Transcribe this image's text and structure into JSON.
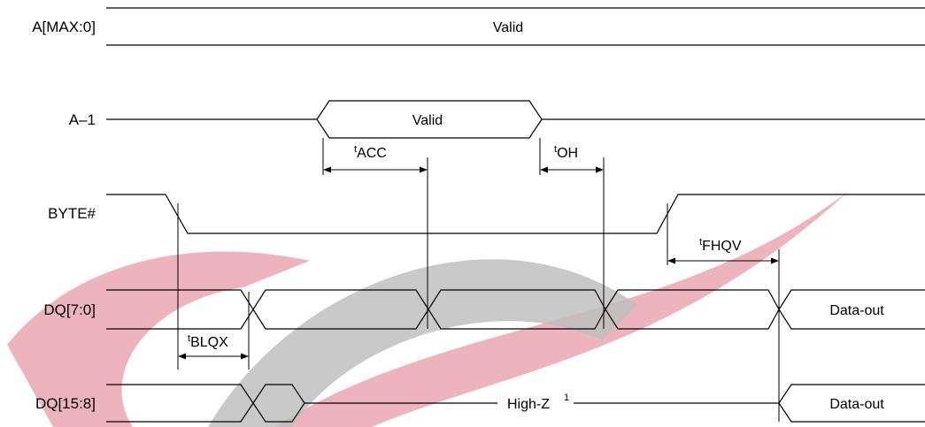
{
  "signals": {
    "addr": "A[MAX:0]",
    "a_minus_1": "A–1",
    "byte": "BYTE#",
    "dq_low": "DQ[7:0]",
    "dq_high": "DQ[15:8]"
  },
  "states": {
    "addr_valid": "Valid",
    "a1_valid": "Valid",
    "dq_low_out": "Data-out",
    "dq_high_out": "Data-out",
    "high_z": "High-Z",
    "high_z_note": "1"
  },
  "timings": {
    "prefix": "t",
    "acc": "ACC",
    "oh": "OH",
    "fhqv": "FHQV",
    "blqx": "BLQX"
  },
  "colors": {
    "watermark_red": "#e38a98",
    "watermark_gray": "#aaaaaa",
    "ink": "#000000"
  }
}
